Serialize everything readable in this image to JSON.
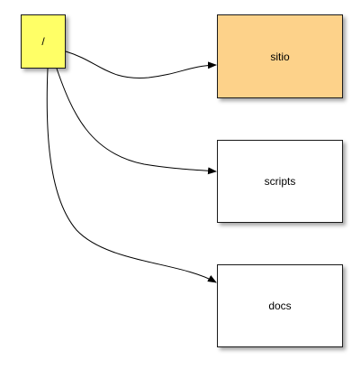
{
  "colors": {
    "root_fill": "#ffff66",
    "highlight_fill": "#fdd28a",
    "default_fill": "#ffffff",
    "edge": "#000000"
  },
  "diagram": {
    "root": {
      "label": "/"
    },
    "children": [
      {
        "label": "sitio",
        "highlighted": true
      },
      {
        "label": "scripts",
        "highlighted": false
      },
      {
        "label": "docs",
        "highlighted": false
      }
    ]
  }
}
